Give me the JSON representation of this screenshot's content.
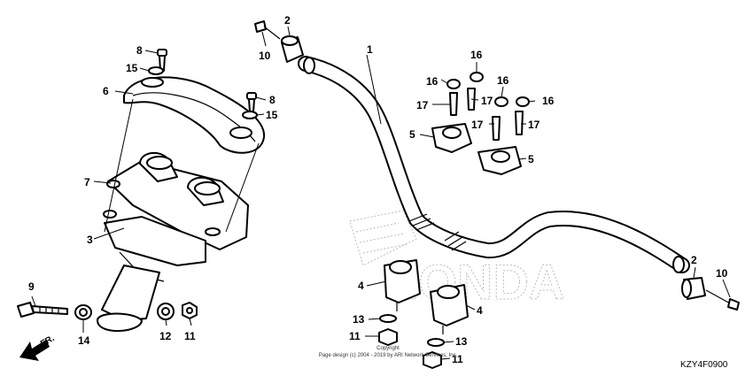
{
  "diagram": {
    "callouts": {
      "c1": "1",
      "c2a": "2",
      "c2b": "2",
      "c3": "3",
      "c4a": "4",
      "c4b": "4",
      "c5a": "5",
      "c5b": "5",
      "c6": "6",
      "c7": "7",
      "c8a": "8",
      "c8b": "8",
      "c9": "9",
      "c10a": "10",
      "c10b": "10",
      "c11a": "11",
      "c11b": "11",
      "c11c": "11",
      "c12": "12",
      "c13a": "13",
      "c13b": "13",
      "c14": "14",
      "c15a": "15",
      "c15b": "15",
      "c16a": "16",
      "c16b": "16",
      "c16c": "16",
      "c16d": "16",
      "c17a": "17",
      "c17b": "17",
      "c17c": "17",
      "c17d": "17"
    },
    "front_label": "FR.",
    "watermark": "HONDA",
    "copyright_title": "Copyright",
    "copyright_line": "Page design (c) 2004 - 2019 by ARI Network Services, Inc.",
    "diagram_code": "KZY4F0900"
  }
}
